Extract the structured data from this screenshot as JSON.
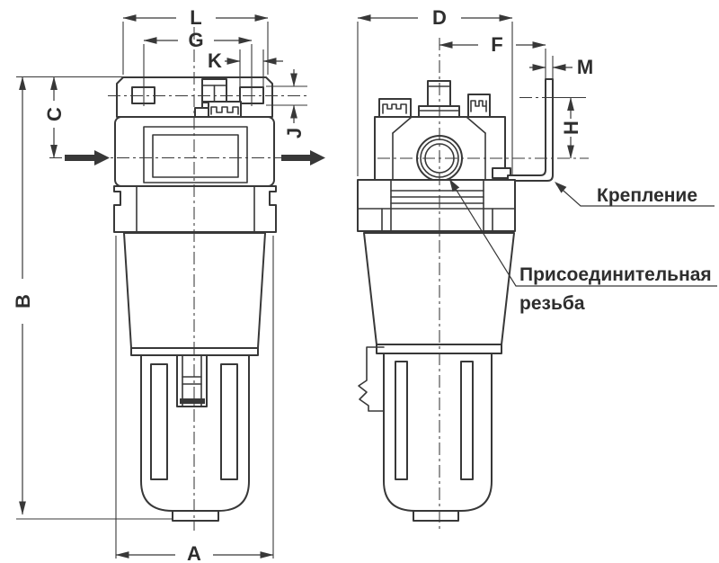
{
  "drawing": {
    "background": "#ffffff",
    "line_color": "#383838",
    "type": "engineering-dimension-drawing",
    "views": [
      "front",
      "side"
    ]
  },
  "dimensions": {
    "front": {
      "L": "L",
      "G": "G",
      "K": "K",
      "J": "J",
      "C": "C",
      "B": "B",
      "A": "A"
    },
    "side": {
      "D": "D",
      "F": "F",
      "M": "M",
      "H": "H"
    }
  },
  "labels": {
    "mounting": "Крепление",
    "thread_line1": "Присоединительная",
    "thread_line2": "резьба"
  }
}
